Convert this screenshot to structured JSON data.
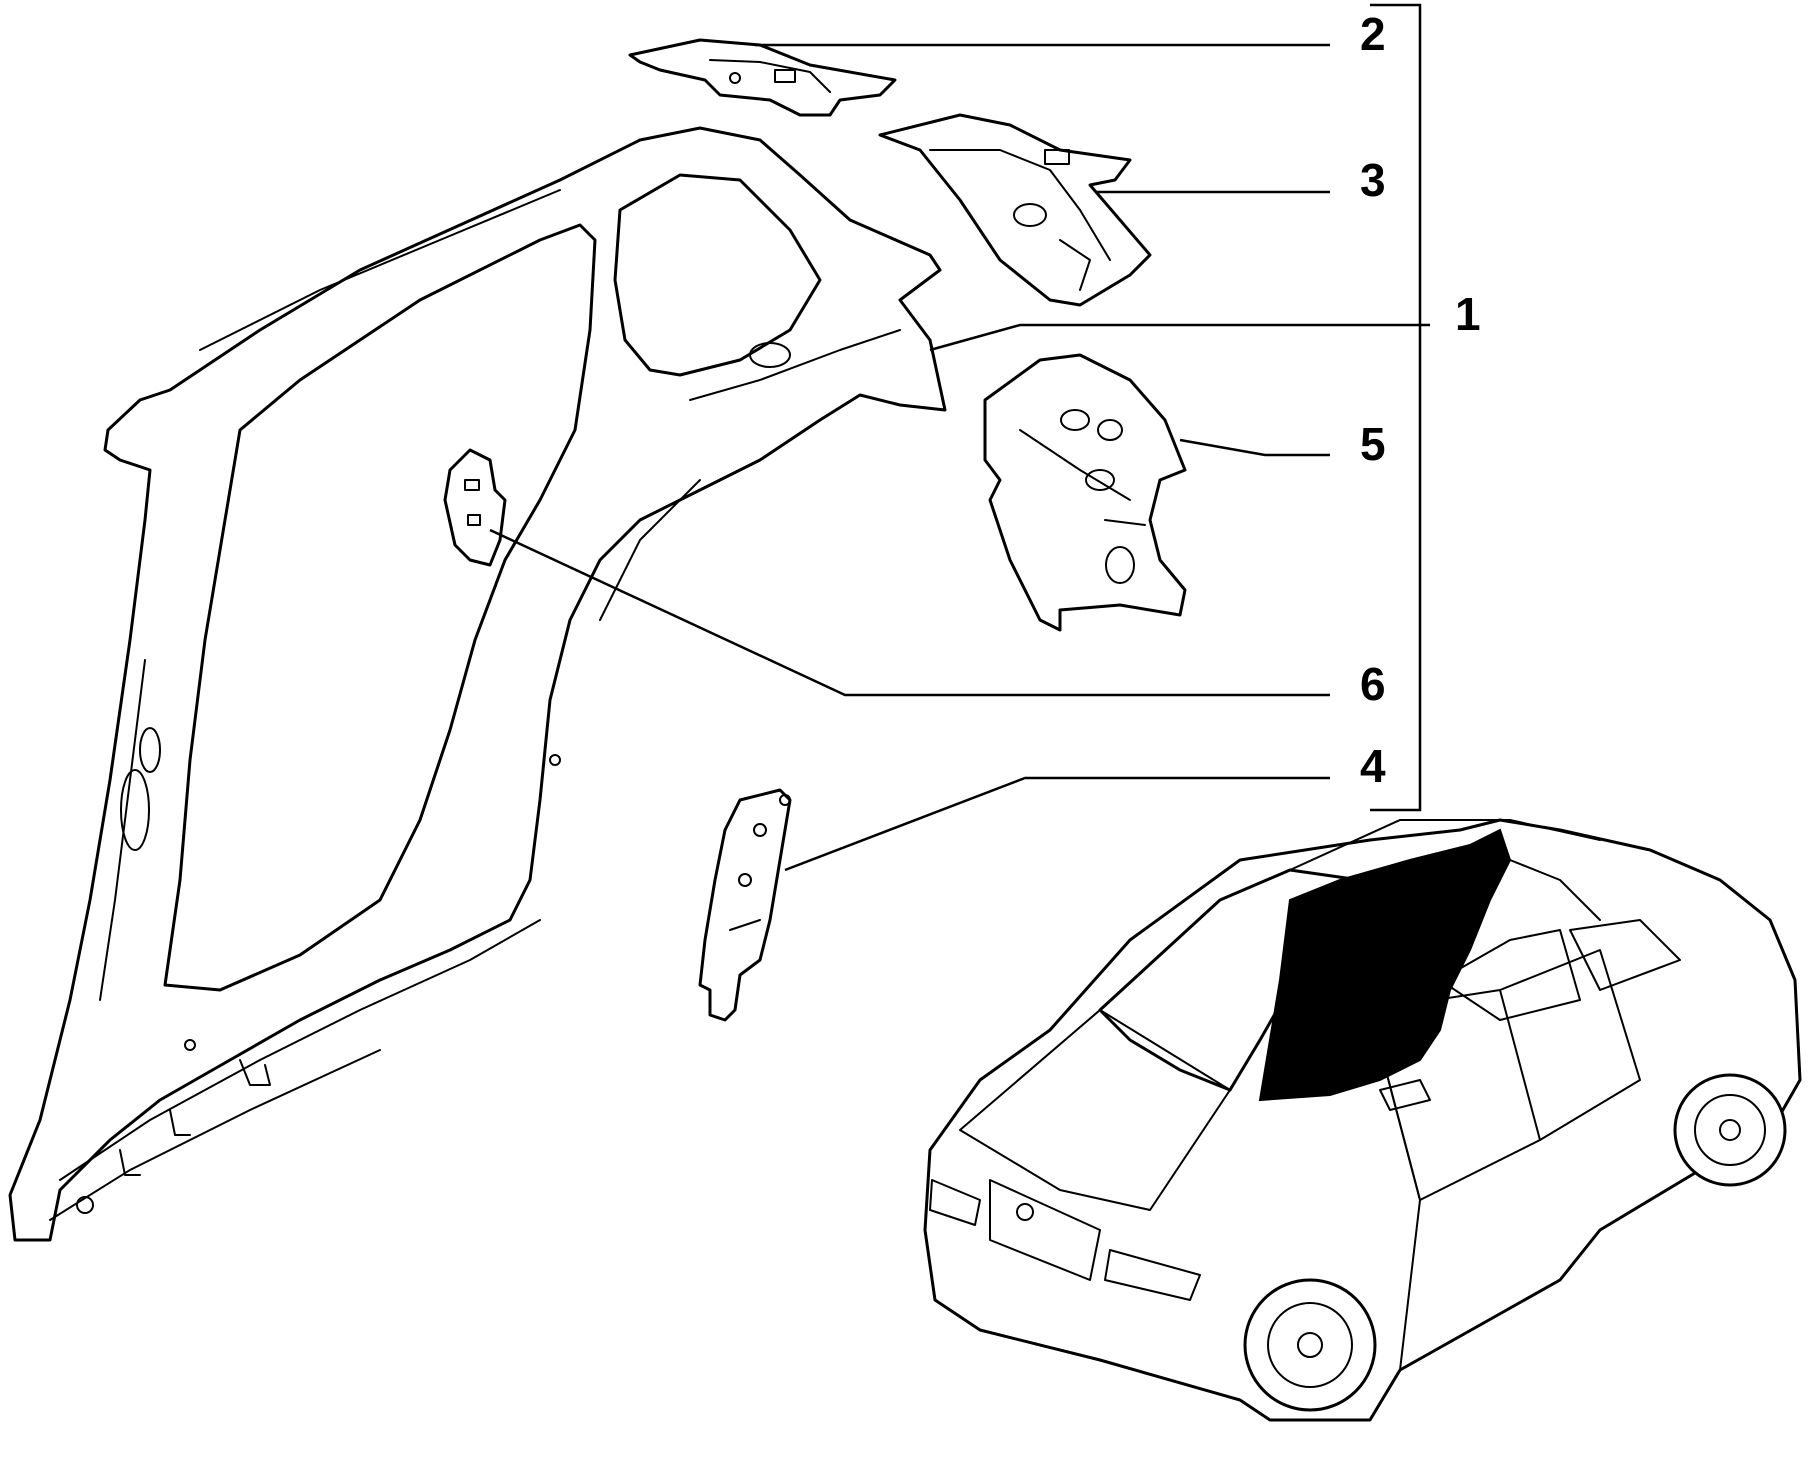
{
  "callouts": [
    {
      "label": "2"
    },
    {
      "label": "3"
    },
    {
      "label": "1"
    },
    {
      "label": "5"
    },
    {
      "label": "6"
    },
    {
      "label": "4"
    }
  ],
  "colors": {
    "line": "#000000",
    "background": "#ffffff",
    "highlight": "#000000"
  }
}
